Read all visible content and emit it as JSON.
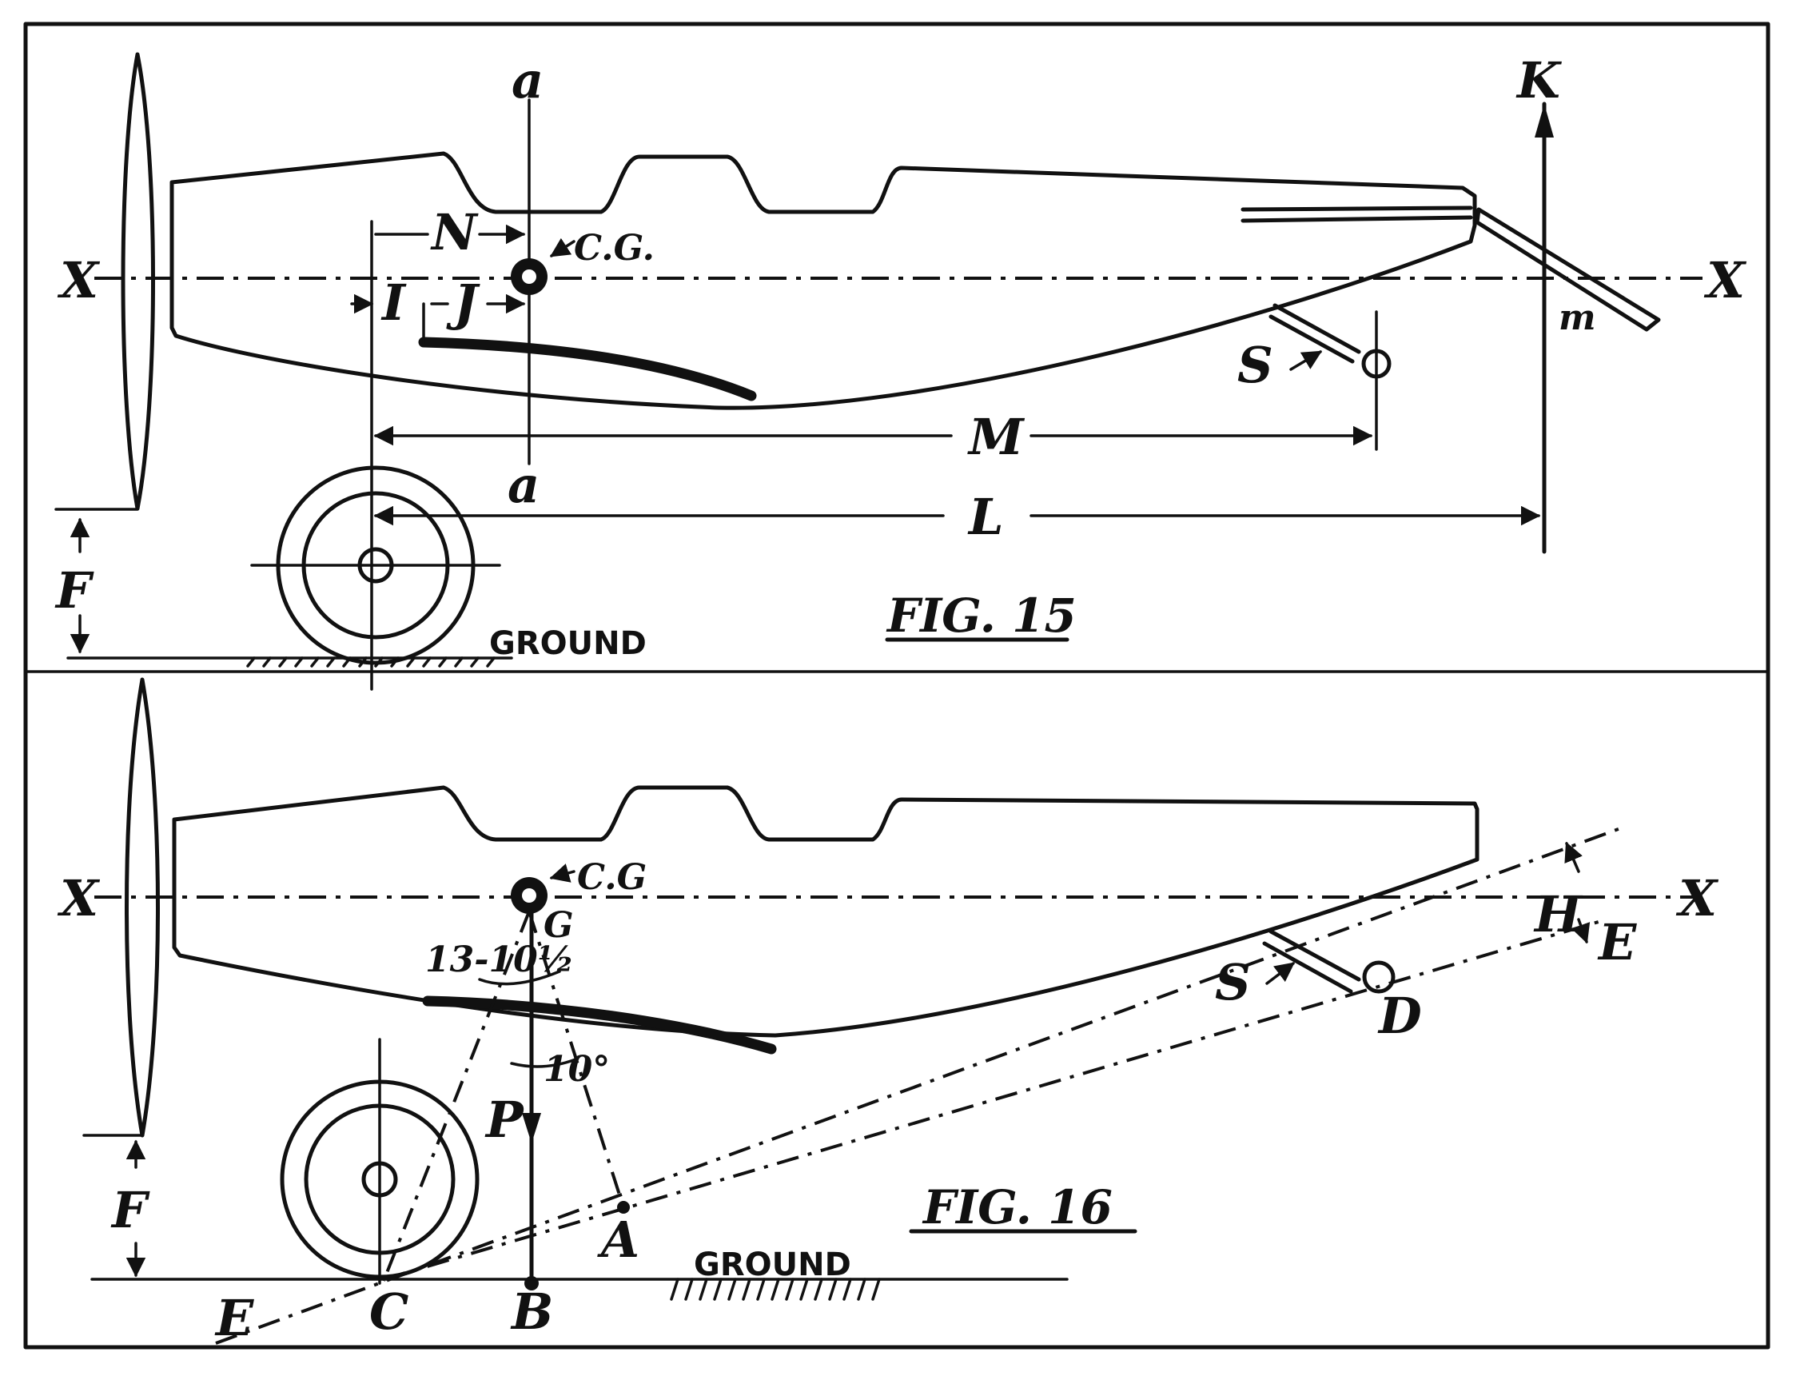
{
  "fig15": {
    "caption": "FIG. 15",
    "labels": {
      "a_top": "a",
      "a_bottom": "a",
      "x_left": "X",
      "x_right": "X",
      "k": "K",
      "cg": "C.G.",
      "n": "N",
      "i": "I",
      "j": "J",
      "s": "S",
      "m_small": "m",
      "m_dim": "M",
      "l_dim": "L",
      "f": "F",
      "ground": "GROUND"
    }
  },
  "fig16": {
    "caption": "FIG. 16",
    "labels": {
      "x_left": "X",
      "x_right": "X",
      "cg": "C.G",
      "g": "G",
      "angle_13": "13-10½",
      "angle_10": "10°",
      "p": "P",
      "h": "H",
      "e_right": "E",
      "e_left": "E",
      "s": "S",
      "d": "D",
      "f": "F",
      "a": "A",
      "b": "B",
      "c": "C",
      "ground": "GROUND"
    }
  }
}
